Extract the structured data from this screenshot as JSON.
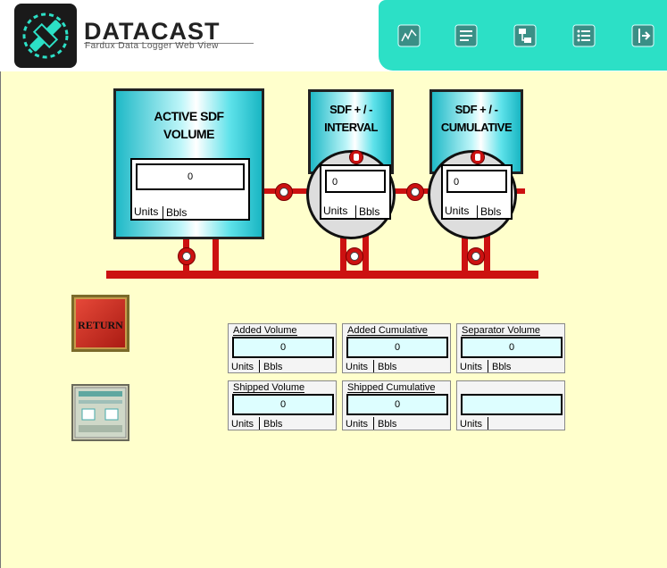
{
  "header": {
    "brand": "DATACAST",
    "tagline": "Fardux Data Logger Web View",
    "nav_icons": [
      "chart-icon",
      "document-icon",
      "network-icon",
      "list-icon",
      "logout-icon"
    ]
  },
  "tanks": {
    "active": {
      "title_1": "ACTIVE SDF",
      "title_2": "VOLUME",
      "value": "0",
      "units_label": "Units",
      "units_value": "Bbls"
    },
    "interval": {
      "title_1": "SDF + / -",
      "title_2": "INTERVAL",
      "value": "0",
      "units_label": "Units",
      "units_value": "Bbls"
    },
    "cumulative": {
      "title_1": "SDF + / -",
      "title_2": "CUMULATIVE",
      "value": "0",
      "units_label": "Units",
      "units_value": "Bbls"
    }
  },
  "buttons": {
    "return_label": "RETURN"
  },
  "panels": [
    {
      "title": "Added Volume",
      "value": "0",
      "units_label": "Units",
      "units_value": "Bbls"
    },
    {
      "title": "Added Cumulative",
      "value": "0",
      "units_label": "Units",
      "units_value": "Bbls"
    },
    {
      "title": "Separator Volume",
      "value": "0",
      "units_label": "Units",
      "units_value": "Bbls"
    },
    {
      "title": "Shipped Volume",
      "value": "0",
      "units_label": "Units",
      "units_value": "Bbls"
    },
    {
      "title": "Shipped Cumulative",
      "value": "0",
      "units_label": "Units",
      "units_value": "Bbls"
    },
    {
      "title": "",
      "value": "",
      "units_label": "Units",
      "units_value": ""
    }
  ],
  "colors": {
    "background": "#ffffcc",
    "nav_bar": "#2ce0c6",
    "pipe": "#cc1111",
    "tank_cyan": "#1fb9c7",
    "readout_fill": "#ddfeff"
  }
}
